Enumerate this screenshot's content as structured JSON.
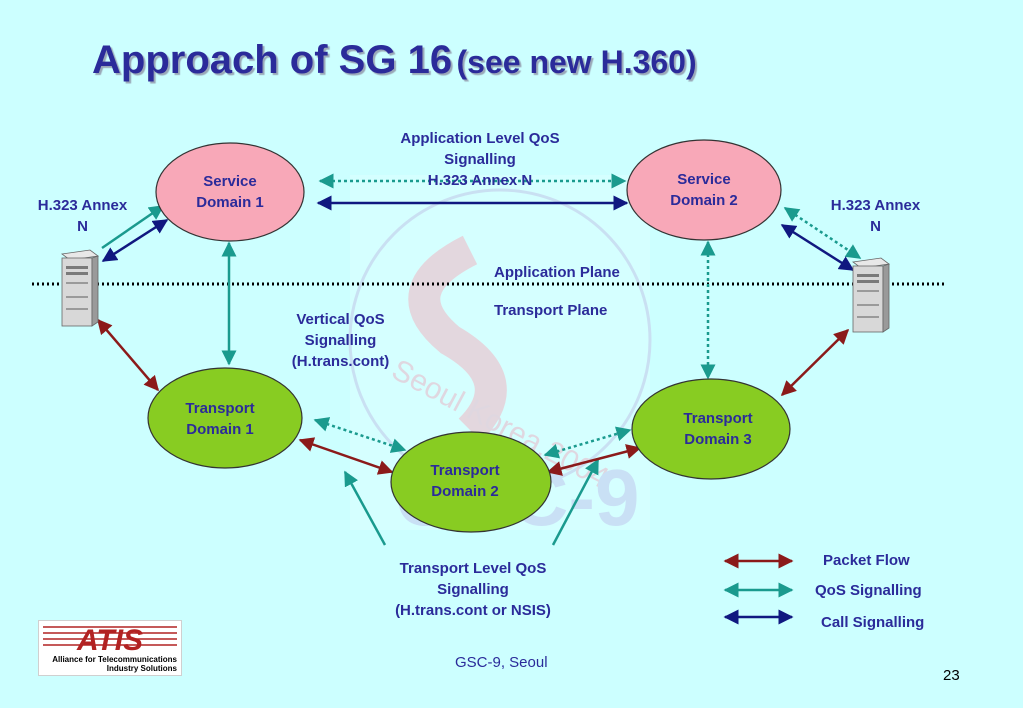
{
  "title": {
    "main": "Approach of SG 16",
    "sub": "(see new H.360)"
  },
  "domains": {
    "service1": [
      "Service",
      "Domain 1"
    ],
    "service2": [
      "Service",
      "Domain 2"
    ],
    "transport1": [
      "Transport",
      "Domain 1"
    ],
    "transport2": [
      "Transport",
      "Domain 2"
    ],
    "transport3": [
      "Transport",
      "Domain 3"
    ]
  },
  "labels": {
    "app_qos": [
      "Application Level QoS",
      "Signalling",
      "H.323 Annex N"
    ],
    "annex_left": [
      "H.323 Annex",
      "N"
    ],
    "annex_right": [
      "H.323 Annex",
      "N"
    ],
    "app_plane": "Application Plane",
    "transport_plane": "Transport Plane",
    "vertical_qos": [
      "Vertical QoS",
      "Signalling",
      "(H.trans.cont)"
    ],
    "transport_qos": [
      "Transport Level QoS",
      "Signalling",
      "(H.trans.cont or NSIS)"
    ]
  },
  "legend": [
    {
      "label": "Packet Flow",
      "color": "#8b1a1a"
    },
    {
      "label": "QoS Signalling",
      "color": "#1a9a8e"
    },
    {
      "label": "Call Signalling",
      "color": "#101880"
    }
  ],
  "footer": {
    "center": "GSC-9, Seoul",
    "page": "23"
  },
  "logo": {
    "brand": "ATIS",
    "tagline": [
      "Alliance for Telecommunications",
      "Industry Solutions"
    ]
  },
  "watermark": {
    "text": "Seoul Korea.2004",
    "mark": "GSC-9"
  },
  "colors": {
    "title": "#2b2b9a",
    "service_fill": "#f8a8b8",
    "transport_fill": "#88cc22",
    "packet": "#8b1a1a",
    "qos": "#1a9a8e",
    "call": "#101880"
  }
}
